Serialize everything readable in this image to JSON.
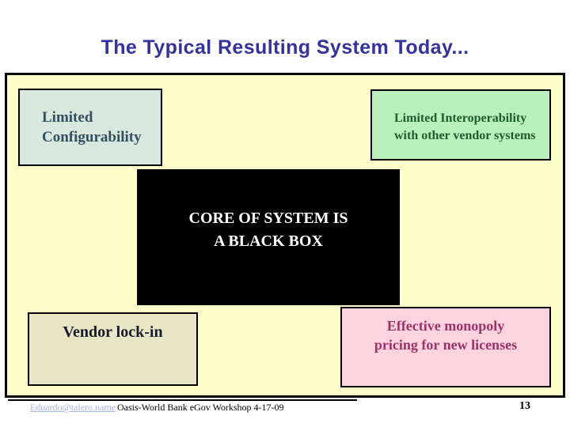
{
  "slide": {
    "title": "The Typical Resulting System Today..."
  },
  "boxes": {
    "configurability": {
      "label": "Limited\nConfigurability",
      "fill": "#D8E8DF",
      "text_color": "#33505E"
    },
    "interoperability": {
      "label": "Limited Interoperability\nwith other vendor systems",
      "fill": "#BCEFBE",
      "text_color": "#1E5C2E"
    },
    "core": {
      "label": "CORE OF SYSTEM IS\nA BLACK BOX",
      "fill": "#000000",
      "text_color": "#FFFFFF"
    },
    "lockin": {
      "label": "Vendor lock-in",
      "fill": "#E7E7C6",
      "text_color": "#1A1A2E"
    },
    "monopoly": {
      "label": "Effective monopoly\npricing for new licenses",
      "fill": "#FDD3E0",
      "text_color": "#993366"
    }
  },
  "footer": {
    "email_link": "Eduardo@talero.name",
    "event": "Oasis-World Bank eGov Workshop 4-17-09",
    "page_number": "13"
  },
  "colors": {
    "title_text": "#333399",
    "panel_background": "#FFFFCC",
    "panel_border": "#000000",
    "link_text": "#A9B2E0"
  }
}
